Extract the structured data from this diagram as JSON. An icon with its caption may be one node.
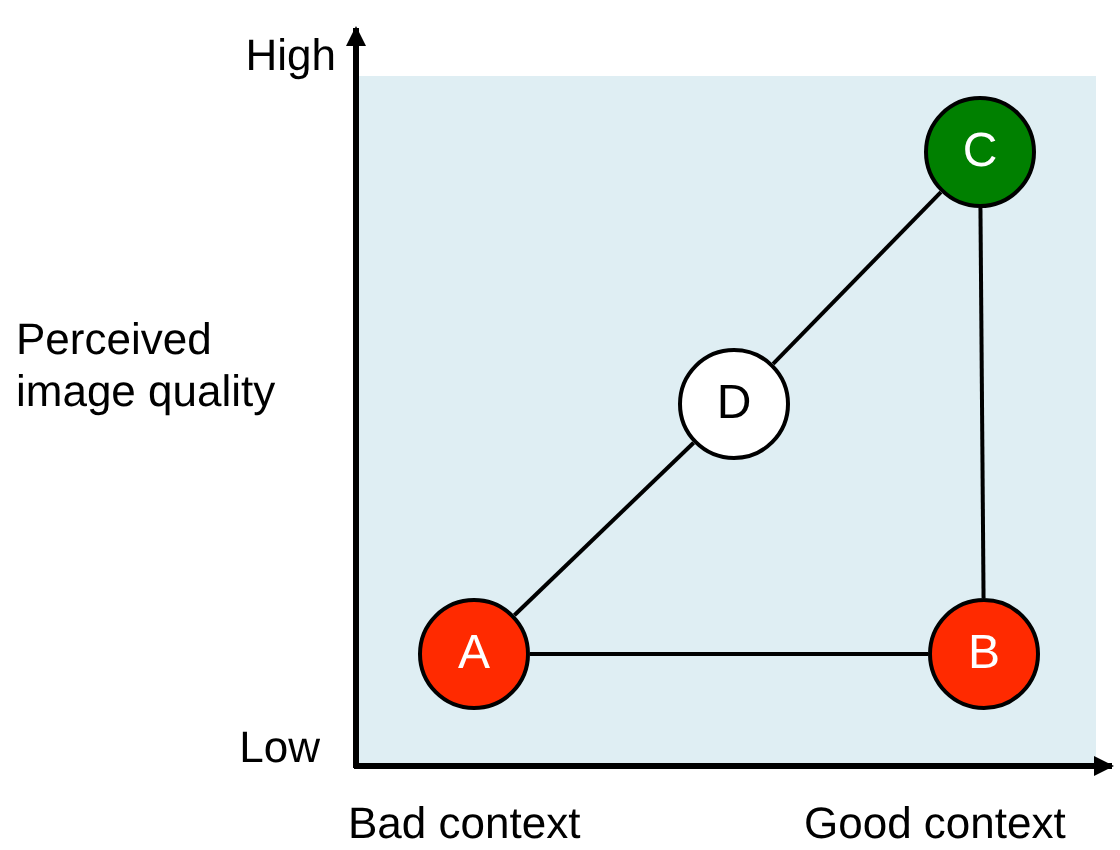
{
  "diagram": {
    "nodes": [
      {
        "text": [
          "C"
        ]
      },
      {
        "text": [
          "D"
        ]
      },
      {
        "text": [
          "A"
        ]
      },
      {
        "text": [
          "B"
        ]
      }
    ],
    "edges": [
      {
        "from": 2,
        "to": 3,
        "arrow": "none"
      },
      {
        "from": 3,
        "to": 0,
        "arrow": "none"
      },
      {
        "from": 2,
        "to": 1,
        "arrow": "none"
      },
      {
        "from": 1,
        "to": 0,
        "arrow": "none"
      }
    ],
    "labels": [
      "High",
      "Perceived image quality",
      "Low",
      "Bad context",
      "Good context"
    ]
  }
}
